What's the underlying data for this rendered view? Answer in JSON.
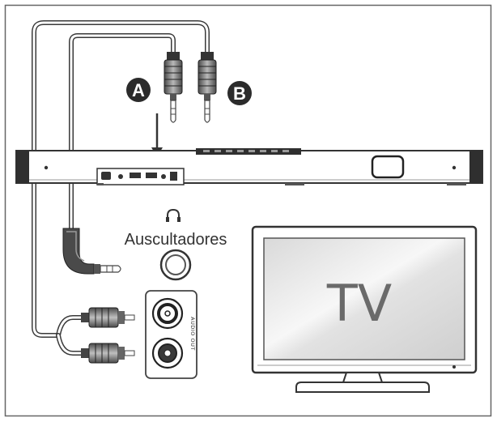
{
  "labels": {
    "plug_a": "A",
    "plug_b": "B",
    "headphones": "Auscultadores",
    "audio_out": "AUDIO OUT",
    "tv": "TV"
  },
  "icons": {
    "headphones": "headphones-icon"
  }
}
